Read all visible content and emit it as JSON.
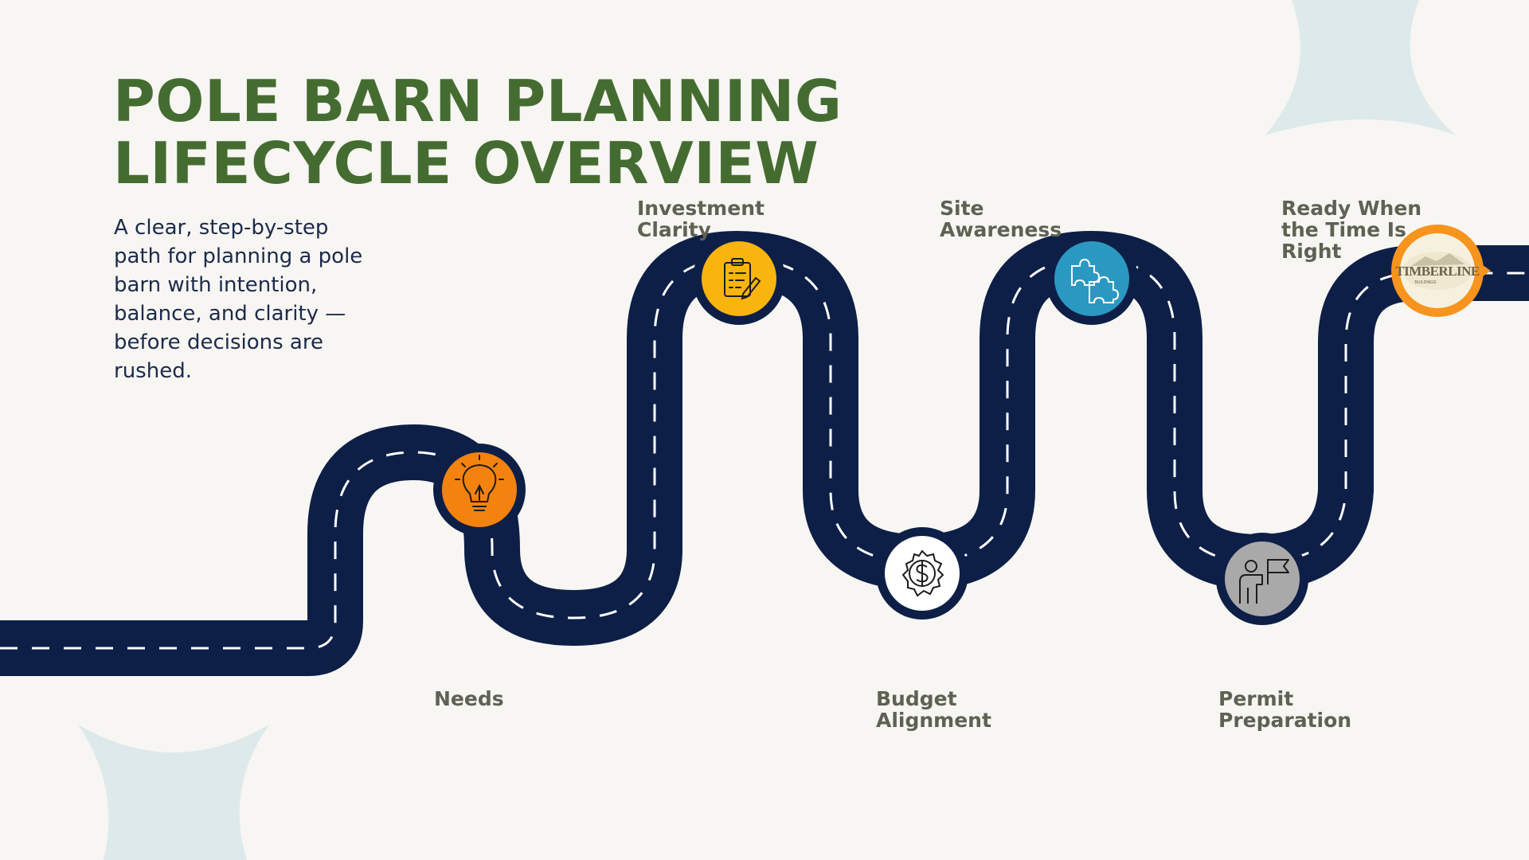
{
  "title": {
    "line1": "POLE BARN PLANNING",
    "line2": "LIFECYCLE OVERVIEW"
  },
  "description": "A clear, step-by-step path for planning a pole barn with intention, balance, and clarity — before decisions are rushed.",
  "steps": [
    {
      "label": "Needs",
      "icon": "lightbulb-icon",
      "color": "#f4820f"
    },
    {
      "label": "Investment Clarity",
      "icon": "clipboard-pencil-icon",
      "color": "#f9b40e"
    },
    {
      "label": "Budget Alignment",
      "icon": "dollar-seal-icon",
      "color": "#ffffff"
    },
    {
      "label": "Site Awareness",
      "icon": "puzzle-icon",
      "color": "#2b98c2"
    },
    {
      "label": "Permit Preparation",
      "icon": "person-flag-icon",
      "color": "#a9a9a9"
    },
    {
      "label": "Ready When the Time Is Right",
      "icon": "timberline-logo",
      "color": "#f7941d"
    }
  ],
  "logo": {
    "text": "TIMBERLINE",
    "subtext": "BUILDINGS"
  },
  "colors": {
    "title": "#456c30",
    "road": "#0d1f47",
    "label": "#5d6253",
    "decor": "#dde9ea",
    "background": "#f7f6f3"
  }
}
